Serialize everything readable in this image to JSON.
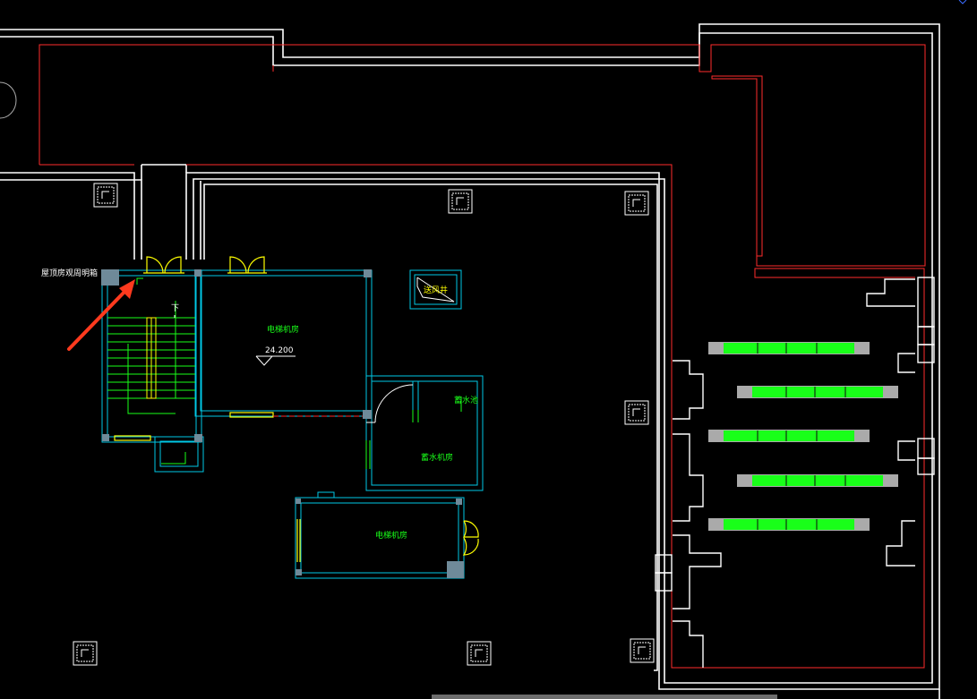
{
  "labels": {
    "rooftop_lighting_note": "屋顶房观周明箱",
    "stair_down": "下",
    "elevator_room_main": "电梯机房",
    "elevation": "24.200",
    "air_supply_shaft": "送风井",
    "water_storage": "蓄水池",
    "water_storage_room": "蓄水机房",
    "elevator_room_lower": "电梯机房"
  },
  "colors": {
    "wall": "#ffffff",
    "outline_red": "#ff2b2b",
    "cyan": "#00c8e6",
    "yellow": "#ffff00",
    "green": "#19ff19",
    "background": "#000000"
  }
}
